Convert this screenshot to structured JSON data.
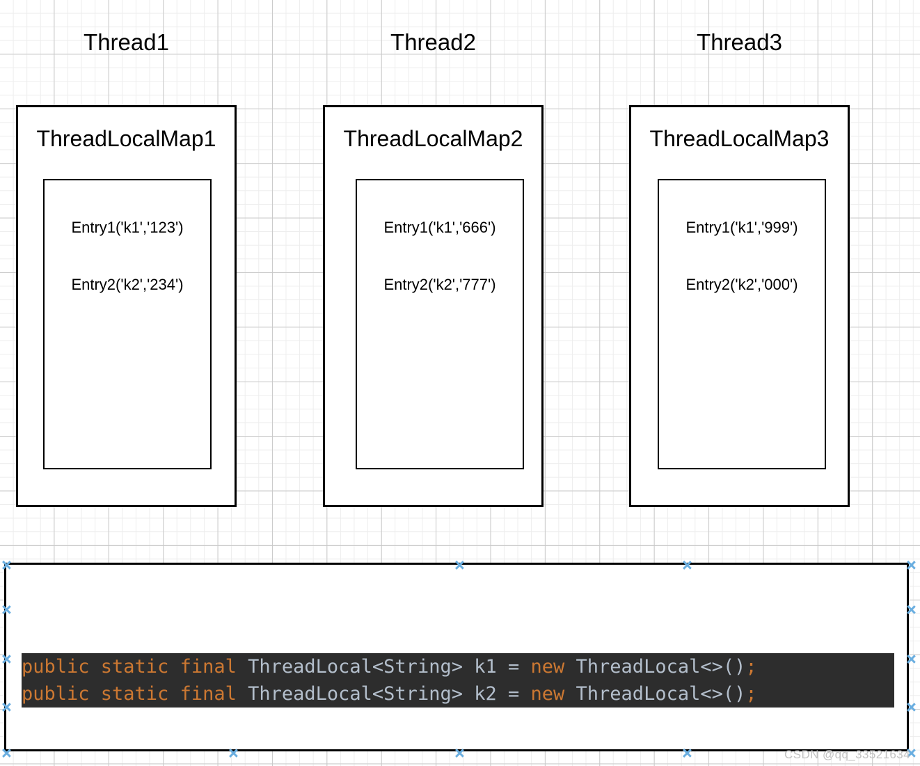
{
  "columns": [
    {
      "thread_title": "Thread1",
      "map_title": "ThreadLocalMap1",
      "entry1": "Entry1('k1','123')",
      "entry2": "Entry2('k2','234')"
    },
    {
      "thread_title": "Thread2",
      "map_title": "ThreadLocalMap2",
      "entry1": "Entry1('k1','666')",
      "entry2": "Entry2('k2','777')"
    },
    {
      "thread_title": "Thread3",
      "map_title": "ThreadLocalMap3",
      "entry1": "Entry1('k1','999')",
      "entry2": "Entry2('k2','000')"
    }
  ],
  "code": {
    "line1": {
      "kw1": "public static final ",
      "type1": "ThreadLocal<String> k1 = ",
      "kw2": "new ",
      "type2": "ThreadLocal<>()",
      "semi": ";"
    },
    "line2": {
      "kw1": "public static final ",
      "type1": "ThreadLocal<String> k2 = ",
      "kw2": "new ",
      "type2": "ThreadLocal<>()",
      "semi": ";"
    }
  },
  "colors": {
    "keyword": "#cc7832",
    "plain": "#b3becb",
    "code_background": "#2d2d2d",
    "handle": "#6aaee0",
    "grid_minor": "#ededed",
    "grid_major": "#c9c9c9"
  },
  "watermark": "CSDN @qq_33521634"
}
